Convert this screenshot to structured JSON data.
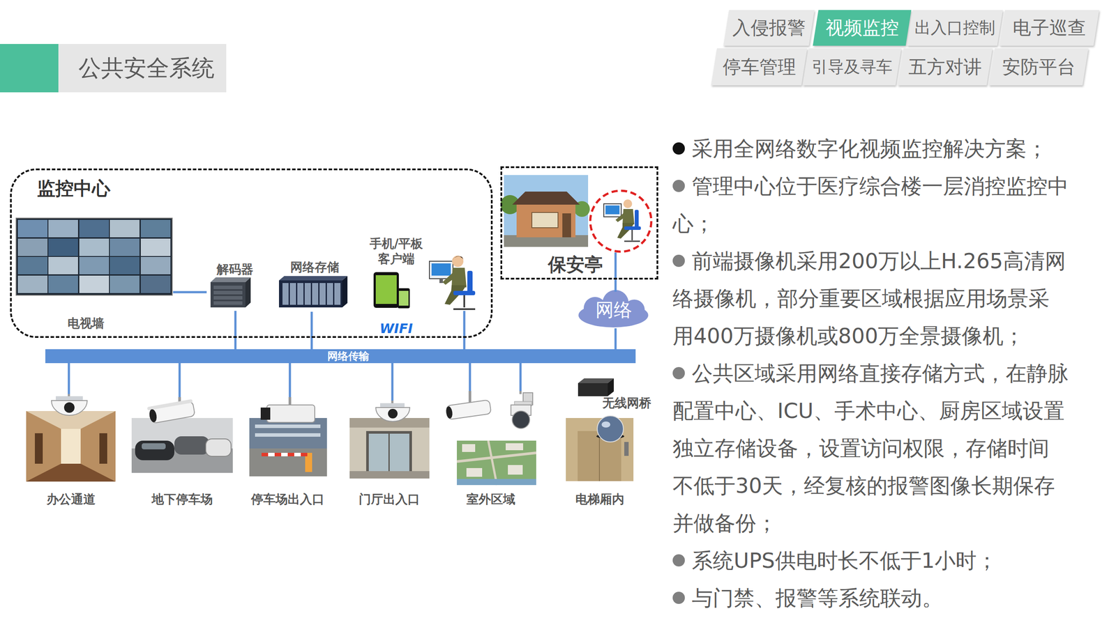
{
  "diagram": {
    "title": "公共安全系统",
    "nodes": [
      {
        "text": [
          "入侵报警"
        ]
      },
      {
        "text": [
          "视频监控"
        ]
      },
      {
        "text": [
          "出入口控制"
        ]
      },
      {
        "text": [
          "电子巡查"
        ]
      },
      {
        "text": [
          "停车管理"
        ]
      },
      {
        "text": [
          "引导及寻车"
        ]
      },
      {
        "text": [
          "五方对讲"
        ]
      },
      {
        "text": [
          "安防平台"
        ]
      },
      {
        "text": [
          "监控中心"
        ]
      },
      {
        "text": [
          "电视墙"
        ],
        "in": 8
      },
      {
        "text": [
          "解码器"
        ],
        "in": 8
      },
      {
        "text": [
          "网络存储"
        ],
        "in": 8
      },
      {
        "text": [
          "手机/平板 客户端",
          "WIFI"
        ],
        "in": 8
      },
      {
        "text": [
          "保安亭"
        ]
      },
      {
        "text": [
          "网络"
        ]
      },
      {
        "text": [
          "网络传输"
        ]
      },
      {
        "text": [
          "办公通道"
        ]
      },
      {
        "text": [
          "地下停车场"
        ]
      },
      {
        "text": [
          "停车场出入口"
        ]
      },
      {
        "text": [
          "门厅出入口"
        ]
      },
      {
        "text": [
          "室外区域"
        ]
      },
      {
        "text": [
          "无线网桥"
        ]
      },
      {
        "text": [
          "电梯厢内"
        ]
      }
    ],
    "edges": [
      {
        "from": 9,
        "to": 10,
        "arrow": "none"
      },
      {
        "from": 10,
        "to": 15,
        "arrow": "none"
      },
      {
        "from": 11,
        "to": 15,
        "arrow": "none"
      },
      {
        "from": 13,
        "to": 14,
        "arrow": "none"
      },
      {
        "from": 14,
        "to": 15,
        "arrow": "none"
      },
      {
        "from": 15,
        "to": 16,
        "arrow": "none"
      },
      {
        "from": 15,
        "to": 17,
        "arrow": "none"
      },
      {
        "from": 15,
        "to": 18,
        "arrow": "none"
      },
      {
        "from": 15,
        "to": 19,
        "arrow": "none"
      },
      {
        "from": 15,
        "to": 20,
        "arrow": "none"
      },
      {
        "from": 15,
        "to": 20,
        "arrow": "none"
      }
    ],
    "labels": [
      "采用全网络数字化视频监控解决方案；",
      "管理中心位于医疗综合楼一层消控监控中心；",
      "前端摄像机采用200万以上H.265高清网络摄像机，部分重要区域根据应用场景采用400万摄像机或800万全景摄像机；",
      "公共区域采用网络直接存储方式，在静脉配置中心、ICU、手术中心、厨房区域设置独立存储设备，设置访问权限，存储时间不低于30天，经复核的报警图像长期保存并做备份；",
      "系统UPS供电时长不低于1小时；",
      "与门禁、报警等系统联动。"
    ]
  }
}
